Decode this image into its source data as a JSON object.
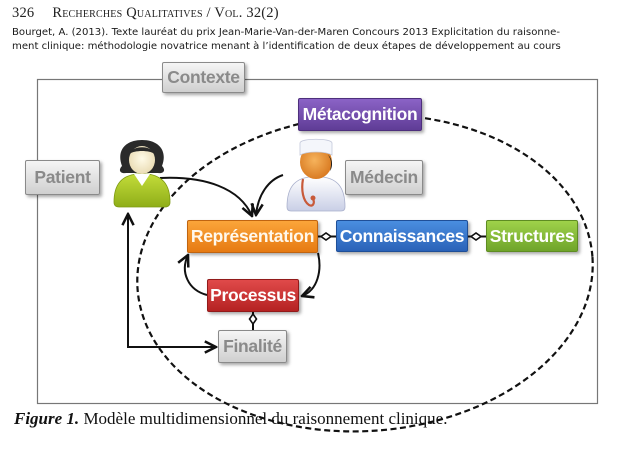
{
  "header": {
    "page_number": "326",
    "journal": "Recherches Qualitatives / Vol. 32(2)"
  },
  "citation": {
    "line1": "Bourget, A. (2013).  Texte lauréat du prix Jean-Marie-Van-der-Maren Concours 2013 Explicitation du raisonne-",
    "line2": "ment clinique: méthodologie novatrice menant à l’identification de deux étapes de développement au cours"
  },
  "diagram": {
    "nodes": {
      "contexte": "Contexte",
      "metacognition": "Métacognition",
      "patient": "Patient",
      "medecin": "Médecin",
      "representation": "Représentation",
      "connaissances": "Connaissances",
      "structures": "Structures",
      "processus": "Processus",
      "finalite": "Finalité"
    },
    "icons": {
      "patient": "female-user-icon",
      "medecin": "doctor-icon"
    },
    "colors": {
      "metacognition": "#7048b0",
      "representation": "#f08a1e",
      "connaissances": "#3574cc",
      "structures": "#86bc38",
      "processus": "#c83030",
      "neutral": "#d9d9d9"
    },
    "edges": [
      {
        "from": "patient",
        "to": "representation",
        "type": "arrow"
      },
      {
        "from": "medecin",
        "to": "representation",
        "type": "arrow"
      },
      {
        "from": "representation",
        "to": "connaissances",
        "type": "bidirectional-diamond"
      },
      {
        "from": "connaissances",
        "to": "structures",
        "type": "bidirectional-diamond"
      },
      {
        "from": "representation",
        "to": "processus",
        "type": "cycle-arrow"
      },
      {
        "from": "processus",
        "to": "representation",
        "type": "cycle-arrow"
      },
      {
        "from": "processus",
        "to": "finalite",
        "type": "bidirectional-diamond"
      },
      {
        "from": "finalite",
        "to": "patient",
        "type": "arrow"
      },
      {
        "from": "patient",
        "to": "finalite",
        "type": "arrow"
      }
    ]
  },
  "caption": {
    "label": "Figure 1.",
    "text": " Modèle multidimensionnel du raisonnement clinique."
  }
}
